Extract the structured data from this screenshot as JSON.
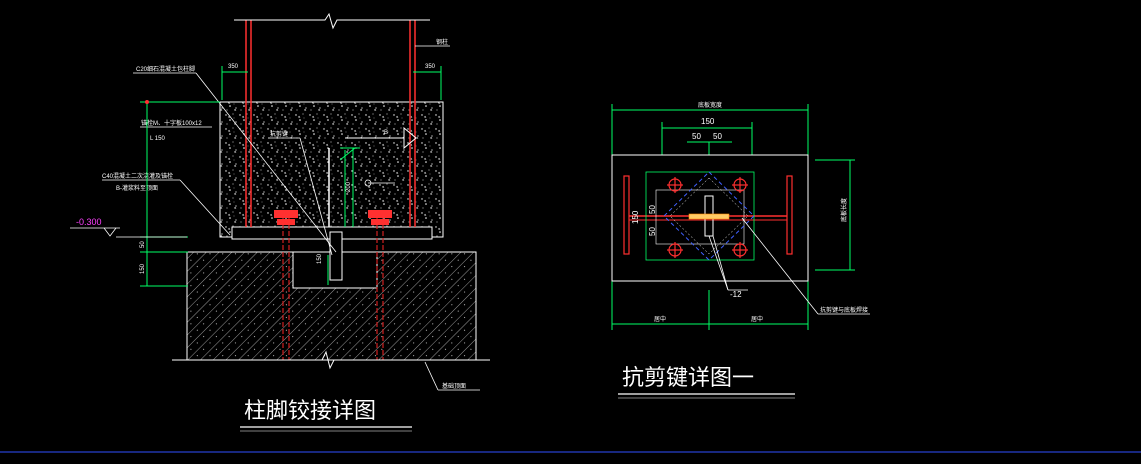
{
  "colors": {
    "background": "#000000",
    "line_green": "#00ff66",
    "line_white": "#ffffff",
    "rebar_red": "#ff3030",
    "anchor_red": "#d02020",
    "magenta": "#ff40ff",
    "blue_dash": "#4060ff",
    "bottom_rule": "#3050ff"
  },
  "detail1": {
    "title": "柱脚铰接详图",
    "dim_350_left": "350",
    "dim_350_right": "350",
    "label_steel_column": "钢柱",
    "label_c20_concrete": "C20细石混凝土包柱脚",
    "label_anchor_bolt": "锚栓M、十字板100x12",
    "label_l150": "L 150",
    "label_c40_grout": "C40混凝土二次浇灌及锚栓",
    "label_grout_note": "B-灌浆料至顶面",
    "label_shear_key": "抗剪键",
    "label_B": "B",
    "label_200": "200",
    "label_50": "50",
    "label_150": "150",
    "label_150b": "150",
    "elevation": "-0.300",
    "label_foundation": "基础顶面"
  },
  "detail2": {
    "title": "抗剪键详图一",
    "top_dim_label": "底板宽度",
    "dim_150": "150",
    "dim_50a": "50",
    "dim_50b": "50",
    "left_150": "150",
    "left_50a": "50",
    "left_50b": "50",
    "right_dim_label": "底板长度",
    "bottom_left": "居中",
    "bottom_right": "居中",
    "plate_label": "-12",
    "leader_note": "抗剪键与底板焊接"
  }
}
